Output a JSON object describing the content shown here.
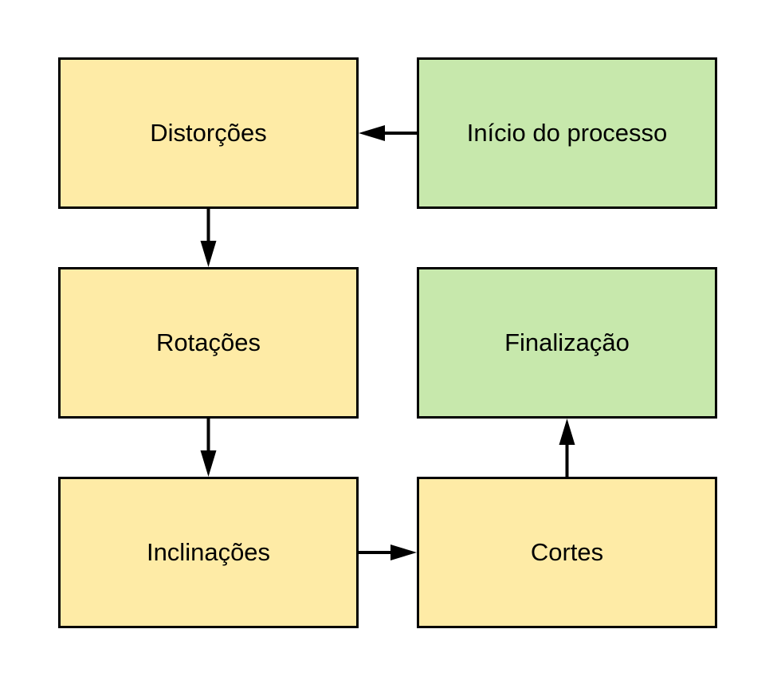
{
  "colors": {
    "process": "#FEEBA6",
    "terminal": "#C7E8AC",
    "stroke": "#000000"
  },
  "nodes": {
    "distorcoes": {
      "label": "Distorções",
      "kind": "process"
    },
    "inicio": {
      "label": "Início do processo",
      "kind": "terminal"
    },
    "rotacoes": {
      "label": "Rotações",
      "kind": "process"
    },
    "finalizacao": {
      "label": "Finalização",
      "kind": "terminal"
    },
    "inclinacoes": {
      "label": "Inclinações",
      "kind": "process"
    },
    "cortes": {
      "label": "Cortes",
      "kind": "process"
    }
  },
  "edges": [
    {
      "from": "inicio",
      "to": "distorcoes"
    },
    {
      "from": "distorcoes",
      "to": "rotacoes"
    },
    {
      "from": "rotacoes",
      "to": "inclinacoes"
    },
    {
      "from": "inclinacoes",
      "to": "cortes"
    },
    {
      "from": "cortes",
      "to": "finalizacao"
    }
  ]
}
